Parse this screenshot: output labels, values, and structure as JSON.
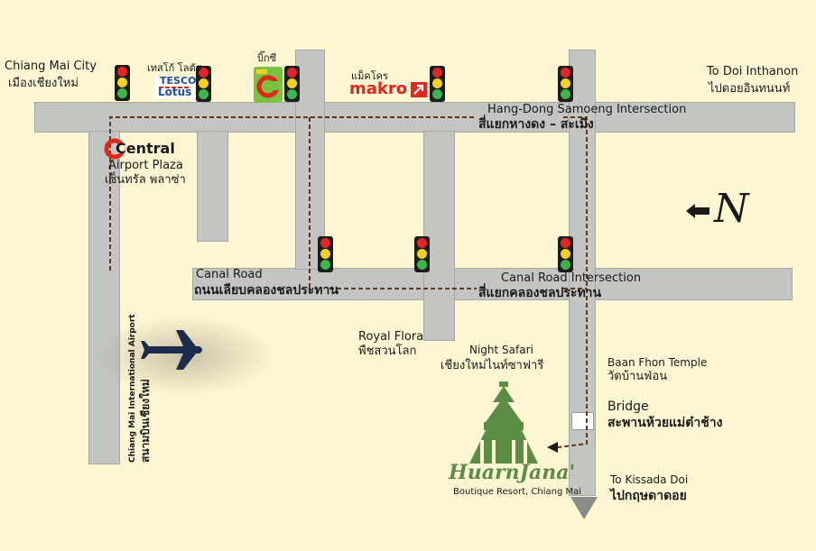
{
  "places": {
    "chiang_mai_city_en": "Chiang Mai City",
    "chiang_mai_city_th": "เมืองเชียงใหม่",
    "tesco_th": "เทสโก้ โลตัส",
    "tesco_logo": "TESCO",
    "lotus_logo": "Lotus",
    "bigc_th": "บิ๊กซี",
    "bigc_logo": "Big C",
    "makro_th": "แม็คโคร",
    "makro_logo": "makro",
    "doi_inthanon_en": "To Doi Inthanon",
    "doi_inthanon_th": "ไปดอยอินทนนท์",
    "hang_dong_en": "Hang-Dong Samoeng Intersection",
    "hang_dong_th": "สี่แยกหางดง – สะเมิง",
    "central_logo": "Central",
    "central_en": "Airport Plaza",
    "central_th": "เซ็นทรัล พลาซ่า",
    "canal_road_en": "Canal Road",
    "canal_road_th": "ถนนเลียบคลองชลประทาน",
    "canal_intersection_en": "Canal Road Intersection",
    "canal_intersection_th": "สี่แยกคลองชลประทาน",
    "airport_en": "Chiang Mai International Airport",
    "airport_th": "สนามบินเชียงใหม่",
    "royal_flora_en": "Royal Flora",
    "royal_flora_th": "พืชสวนโลก",
    "night_safari_en": "Night Safari",
    "night_safari_th": "เชียงใหม่ไนท์ซาฟารี",
    "baan_fhon_en": "Baan Fhon Temple",
    "baan_fhon_th": "วัดบ้านฟ่อน",
    "bridge_en": "Bridge",
    "bridge_th": "สะพานห้วยแม่ต๋าช้าง",
    "kissada_en": "To Kissada Doi",
    "kissada_th": "ไปกฤษดาดอย",
    "resort_name": "HuarnJana'",
    "resort_sub": "Boutique Resort, Chiang Mai"
  },
  "compass": {
    "label": "N",
    "icon": "arrow-left-icon"
  },
  "colors": {
    "background": "#fdf6d2",
    "road": "#c4c4c2",
    "route": "#5a3a1e",
    "resort_green": "#5d8c45",
    "makro_red": "#e0261d",
    "tesco_blue": "#1d4f9e",
    "bigc_green": "#7cc242"
  }
}
